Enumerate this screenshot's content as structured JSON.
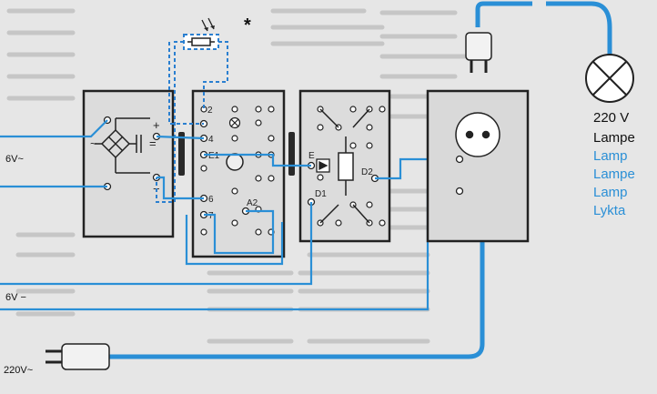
{
  "labels": {
    "input_6v_ac": "6V~",
    "input_6v_dc": "6V −",
    "mains_220v": "220V~",
    "asterisk": "*",
    "plus": "+",
    "minus": "−",
    "tilde": "~",
    "equals": "=",
    "lamp_voltage": "220 V",
    "lamp_names": [
      {
        "text": "Lampe",
        "color": "#111111"
      },
      {
        "text": "Lamp",
        "color": "#2a8fd6"
      },
      {
        "text": "Lampe",
        "color": "#2a8fd6"
      },
      {
        "text": "Lamp",
        "color": "#2a8fd6"
      },
      {
        "text": "Lykta",
        "color": "#2a8fd6"
      }
    ]
  },
  "terminals": {
    "board2": [
      "2",
      "4",
      "E1",
      "6",
      "7",
      "A2"
    ],
    "board3": [
      "E",
      "D1",
      "D2"
    ]
  },
  "colors": {
    "wire_blue": "#2a8fd6",
    "wire_dashed": "#2a7fd0",
    "board_outline": "#222222",
    "board_fill": "#dcdcdc",
    "socket_box_fill": "#d9d9d9"
  },
  "icons": [
    "rectifier-bridge-icon",
    "photocell-icon",
    "lamp-icon",
    "relay-coil-icon",
    "plug-icon",
    "socket-icon"
  ]
}
